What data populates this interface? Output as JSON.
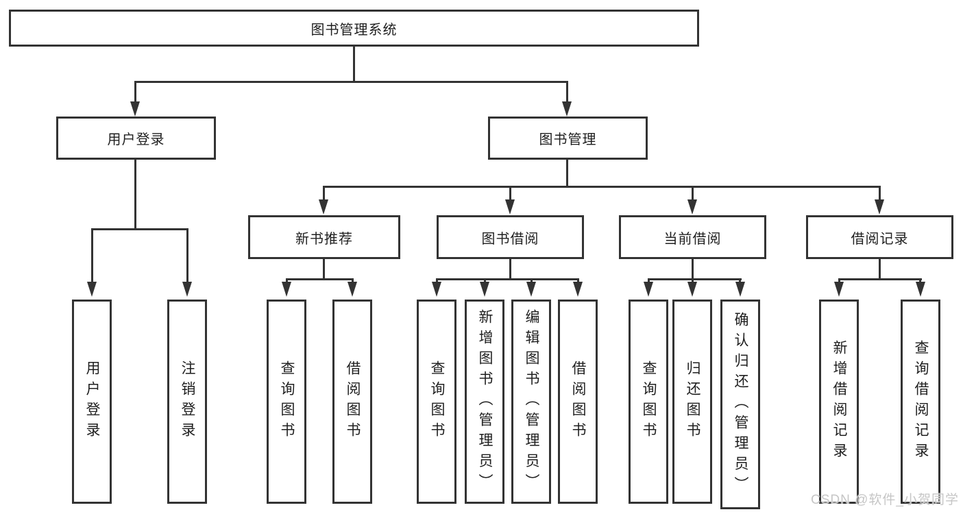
{
  "diagram": {
    "root": {
      "label": "图书管理系统"
    },
    "branches": [
      {
        "label": "用户登录",
        "children": [
          {
            "label": "用户登录"
          },
          {
            "label": "注销登录"
          }
        ]
      },
      {
        "label": "图书管理",
        "children": [
          {
            "label": "新书推荐",
            "children": [
              {
                "label": "查询图书"
              },
              {
                "label": "借阅图书"
              }
            ]
          },
          {
            "label": "图书借阅",
            "children": [
              {
                "label": "查询图书"
              },
              {
                "label": "新增图书（管理员）"
              },
              {
                "label": "编辑图书（管理员）"
              },
              {
                "label": "借阅图书"
              }
            ]
          },
          {
            "label": "当前借阅",
            "children": [
              {
                "label": "查询图书"
              },
              {
                "label": "归还图书"
              },
              {
                "label": "确认归还（管理员）"
              }
            ]
          },
          {
            "label": "借阅记录",
            "children": [
              {
                "label": "新增借阅记录"
              },
              {
                "label": "查询借阅记录"
              }
            ]
          }
        ]
      }
    ]
  },
  "watermark": {
    "text": "CSDN @软件_小贺同学"
  },
  "colors": {
    "line": "#333333",
    "text": "#1f1f1f",
    "watermark": "#c6c6c6",
    "background": "#ffffff"
  }
}
